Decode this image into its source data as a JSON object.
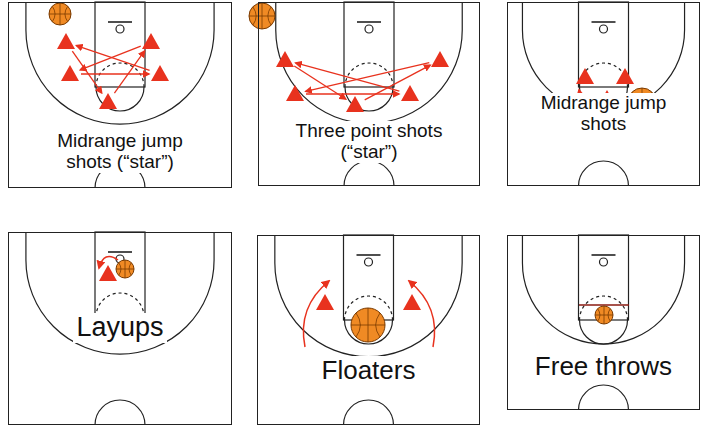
{
  "diagram": {
    "nodes": [
      {
        "text": [
          "Midrange jump shots (“star”)"
        ]
      },
      {
        "text": [
          "Three point shots (“star”)"
        ]
      },
      {
        "text": [
          "Midrange jump shots"
        ]
      },
      {
        "text": [
          "Layups"
        ]
      },
      {
        "text": [
          "Floaters"
        ]
      },
      {
        "text": [
          "Free throws"
        ]
      }
    ]
  }
}
